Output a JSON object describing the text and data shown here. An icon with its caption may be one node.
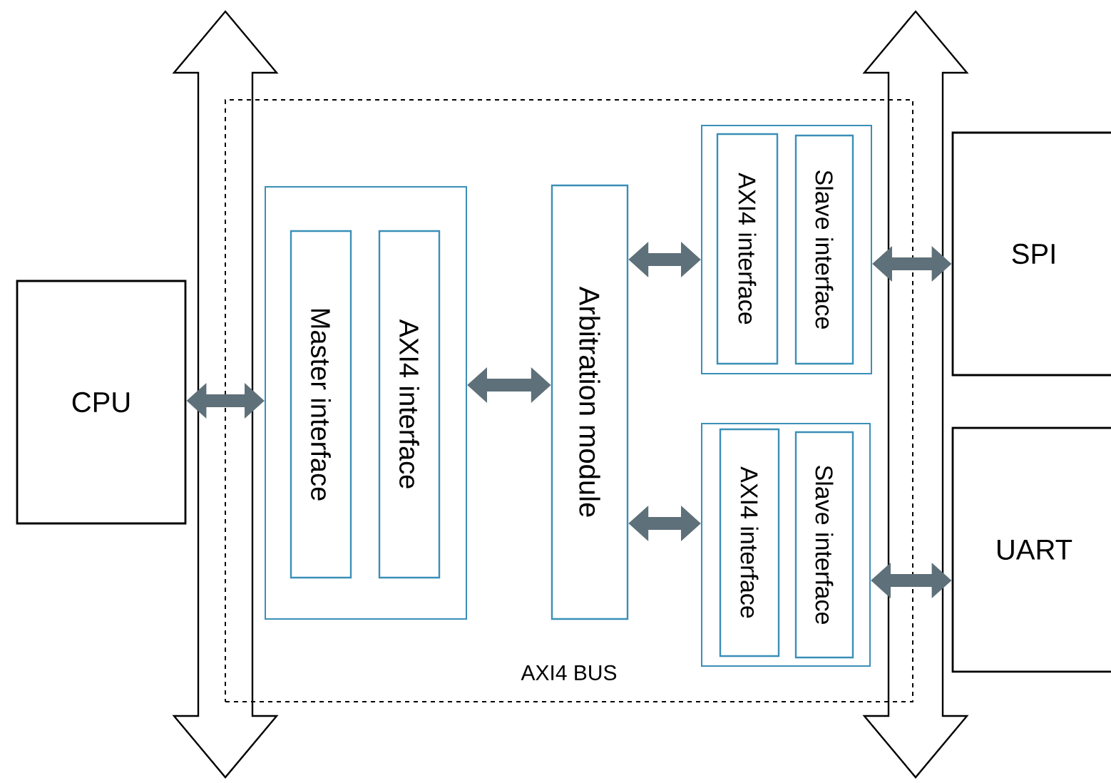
{
  "diagram": {
    "nodes": [
      {
        "text": [
          "CPU"
        ]
      },
      {
        "text": [
          "AXI4 BUS"
        ]
      },
      {
        "text": [],
        "shape": "box",
        "in": 1
      },
      {
        "text": [
          "Master interface"
        ],
        "in": 2
      },
      {
        "text": [
          "AXI4 interface"
        ],
        "in": 2
      },
      {
        "text": [
          "Arbitration module"
        ],
        "in": 1
      },
      {
        "text": [],
        "shape": "box",
        "in": 1
      },
      {
        "text": [
          "AXI4 interface"
        ],
        "in": 6
      },
      {
        "text": [
          "Slave interface"
        ],
        "in": 6
      },
      {
        "text": [],
        "shape": "box",
        "in": 1
      },
      {
        "text": [
          "AXI4 interface"
        ],
        "in": 9
      },
      {
        "text": [
          "Slave interface"
        ],
        "in": 9
      },
      {
        "text": [
          "SPI"
        ]
      },
      {
        "text": [
          "UART"
        ]
      },
      {
        "text": [],
        "shape": "arrow"
      },
      {
        "text": [],
        "shape": "arrow"
      }
    ],
    "edges": [
      {
        "from": 0,
        "to": 14,
        "arrow": "both"
      },
      {
        "from": 14,
        "to": 2,
        "arrow": "both"
      },
      {
        "from": 2,
        "to": 5,
        "arrow": "both"
      },
      {
        "from": 5,
        "to": 6,
        "arrow": "both"
      },
      {
        "from": 5,
        "to": 9,
        "arrow": "both"
      },
      {
        "from": 6,
        "to": 15,
        "arrow": "both"
      },
      {
        "from": 15,
        "to": 12,
        "arrow": "both"
      },
      {
        "from": 9,
        "to": 15,
        "arrow": "both"
      },
      {
        "from": 15,
        "to": 13,
        "arrow": "both"
      }
    ]
  }
}
